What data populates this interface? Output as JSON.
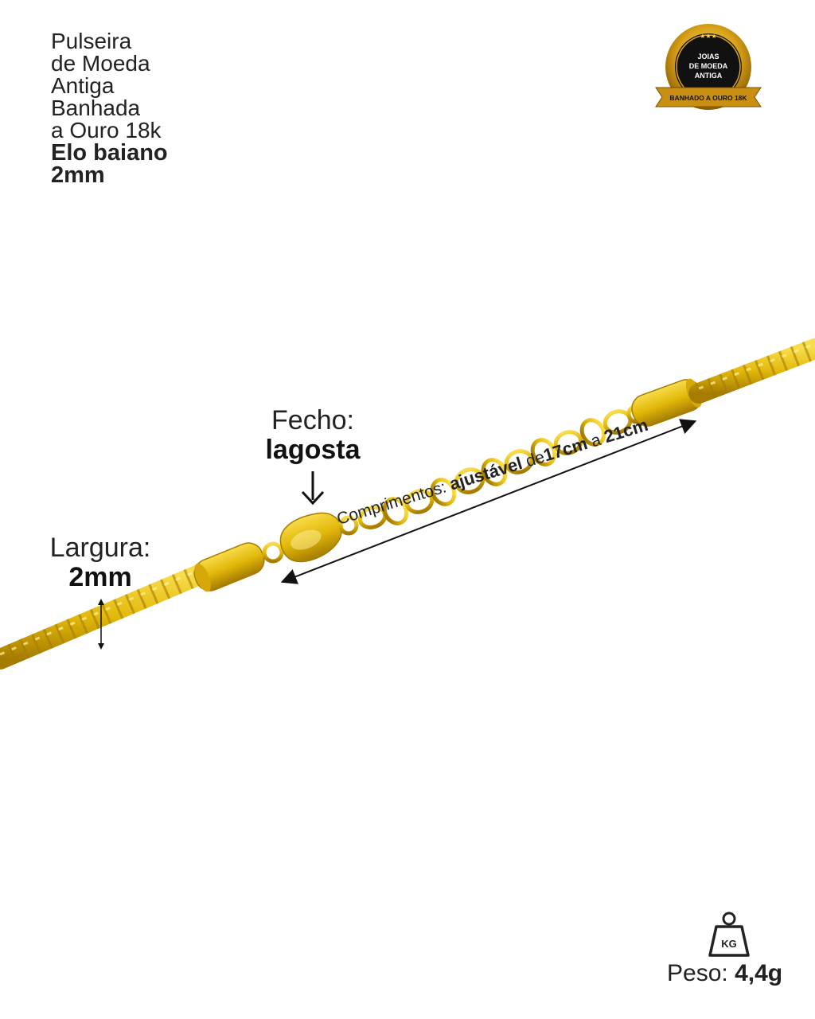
{
  "product": {
    "title_lines": [
      "Pulseira",
      "de Moeda",
      "Antiga",
      "Banhada",
      "a Ouro 18k"
    ],
    "style_line": "Elo baiano",
    "size_line": "2mm"
  },
  "seal": {
    "line1": "JOIAS",
    "line2": "DE MOEDA",
    "line3": "ANTIGA",
    "ribbon": "BANHADO A OURO 18K"
  },
  "clasp": {
    "label": "Fecho:",
    "value": "lagosta"
  },
  "width": {
    "label": "Largura:",
    "value": "2mm"
  },
  "length": {
    "label": "Comprimentos:",
    "adjustable": "ajustável",
    "from_word": "de",
    "min": "17cm",
    "to_word": "a",
    "max": "21cm"
  },
  "weight": {
    "icon_text": "KG",
    "label": "Peso:",
    "value": "4,4g"
  },
  "colors": {
    "gold": "#e2b80a",
    "gold_dark": "#b58a00",
    "gold_light": "#f8dc4a",
    "text": "#222222"
  }
}
